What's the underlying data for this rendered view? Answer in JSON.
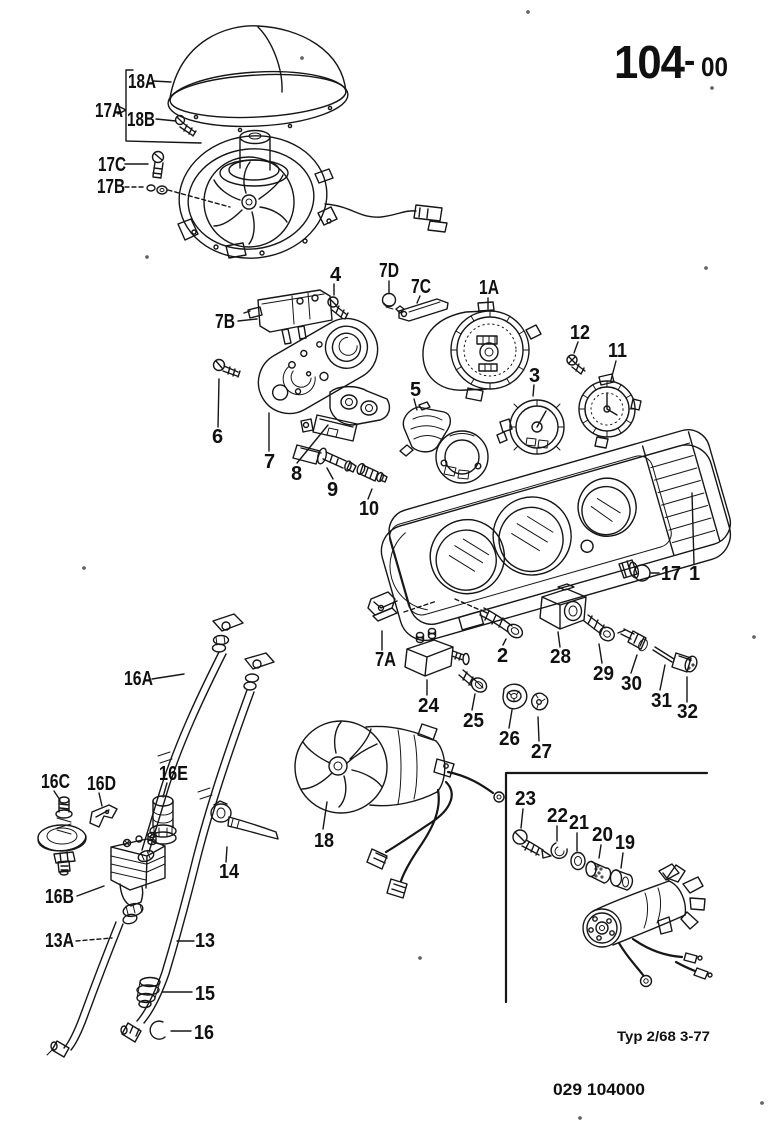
{
  "page": {
    "number": "104",
    "separator": "-",
    "suffix": "00",
    "type_note": "Typ 2/68   3-77",
    "part_code": "029  104000"
  },
  "callouts": {
    "n18A": "18A",
    "n17A": "17A",
    "n18B": "18B",
    "n17C": "17C",
    "n17B": "17B",
    "n4": "4",
    "n7D": "7D",
    "n7C": "7C",
    "n1A": "1A",
    "n7B": "7B",
    "n12": "12",
    "n11": "11",
    "n3": "3",
    "n5": "5",
    "n6": "6",
    "n7": "7",
    "n8": "8",
    "n9": "9",
    "n10": "10",
    "n17": "17",
    "n1": "1",
    "n7A": "7A",
    "n2": "2",
    "n28": "28",
    "n29": "29",
    "n30": "30",
    "n31": "31",
    "n32": "32",
    "n24": "24",
    "n25": "25",
    "n26": "26",
    "n27": "27",
    "n16A": "16A",
    "n16C": "16C",
    "n16D": "16D",
    "n16E": "16E",
    "n14": "14",
    "n16B": "16B",
    "n13A": "13A",
    "n13": "13",
    "n15": "15",
    "n16": "16",
    "n18": "18",
    "n23": "23",
    "n22": "22",
    "n21": "21",
    "n20": "20",
    "n19": "19"
  }
}
